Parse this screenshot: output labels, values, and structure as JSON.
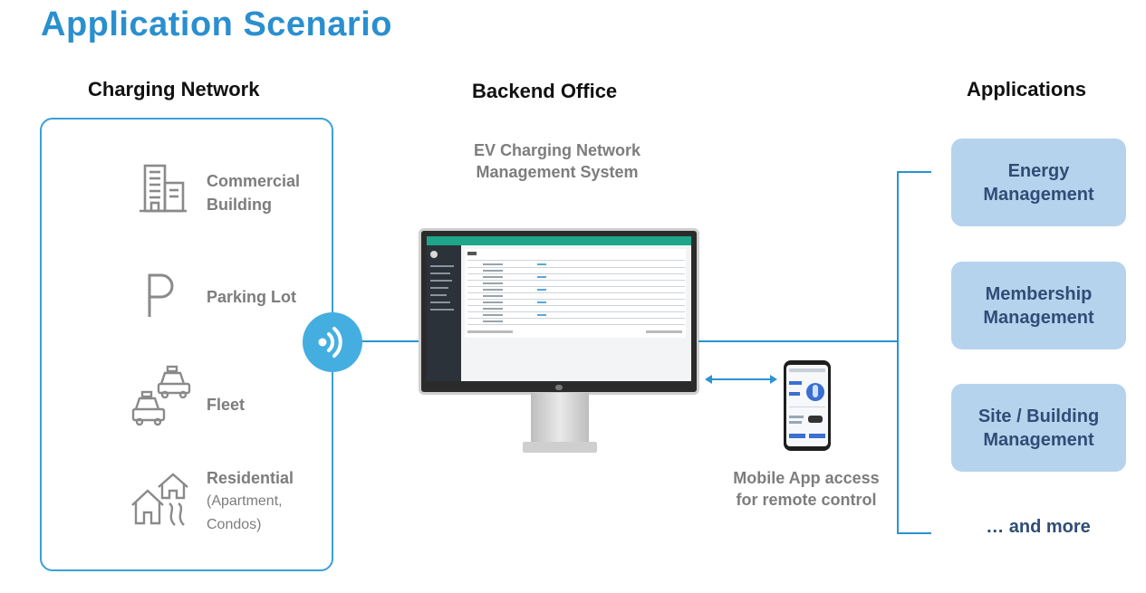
{
  "title": "Application Scenario",
  "charging_network": {
    "heading": "Charging Network",
    "items": [
      {
        "label": "Commercial Building",
        "icon": "building-icon"
      },
      {
        "label": "Parking Lot",
        "icon": "parking-icon"
      },
      {
        "label": "Fleet",
        "icon": "taxi-icon"
      },
      {
        "label": "Residential",
        "sub1": "(Apartment,",
        "sub2": "Condos)",
        "icon": "houses-icon"
      }
    ]
  },
  "backend": {
    "heading": "Backend Office",
    "system_label_line1": "EV Charging Network",
    "system_label_line2": "Management System"
  },
  "mobile": {
    "label_line1": "Mobile App access",
    "label_line2": "for remote control"
  },
  "applications": {
    "heading": "Applications",
    "items": [
      {
        "line1": "Energy",
        "line2": "Management"
      },
      {
        "line1": "Membership",
        "line2": "Management"
      },
      {
        "line1": "Site / Building",
        "line2": "Management"
      }
    ],
    "more": "… and more"
  },
  "colors": {
    "title": "#2a8fcf",
    "accent_line": "#2a93d0",
    "app_box": "#b6d3ee",
    "app_text": "#2f4d75",
    "gray_text": "#7d7d7d"
  }
}
